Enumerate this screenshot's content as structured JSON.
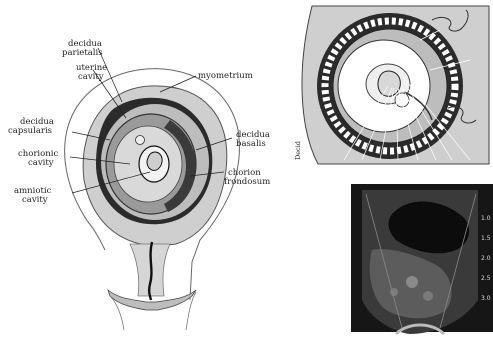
{
  "left_diagram": {
    "labels": {
      "decidua_parietalis_1": "decidua",
      "decidua_parietalis_2": "parietalis",
      "uterine_cavity_1": "uterine",
      "uterine_cavity_2": "cavity",
      "myometrium": "myometrium",
      "decidua_capsularis_1": "decidua",
      "decidua_capsularis_2": "capsularis",
      "decidua_basalis_1": "decidua",
      "decidua_basalis_2": "basalis",
      "chorionic_cavity_1": "chorionic",
      "chorionic_cavity_2": "cavity",
      "chorion_frondosum_1": "chorion",
      "chorion_frondosum_2": "frondosum",
      "amniotic_cavity_1": "amniotic",
      "amniotic_cavity_2": "cavity"
    }
  },
  "right_diagram": {
    "labels": {
      "decid": "Decid"
    }
  },
  "ultrasound": {
    "scale_ticks": [
      "1.0",
      "1.5",
      "2.0",
      "2.5",
      "3.0"
    ]
  },
  "colors": {
    "uterus_fill": "#c9c9c9",
    "decidua_dark": "#2b2b2b",
    "panel_gray": "#cfcfcf",
    "ultrasound_bg": "#161616"
  }
}
